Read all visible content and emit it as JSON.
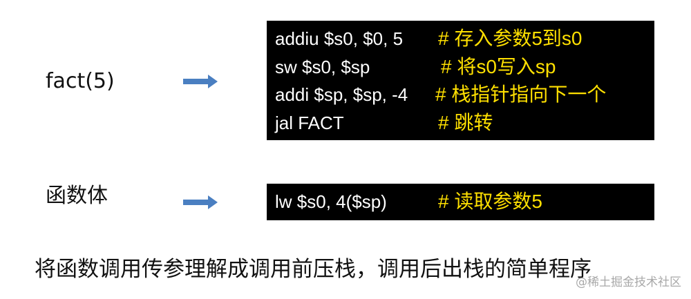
{
  "rows": [
    {
      "label": "fact(5)",
      "code_lines": [
        {
          "code": "addiu $s0, $0, 5",
          "comment": "# 存入参数5到s0"
        },
        {
          "code": "sw $s0, $sp",
          "comment": "# 将s0写入sp"
        },
        {
          "code": "addi $sp, $sp, -4",
          "comment": "# 栈指针指向下一个"
        },
        {
          "code": "jal FACT",
          "comment": "# 跳转"
        }
      ]
    },
    {
      "label": "函数体",
      "code_lines": [
        {
          "code": "lw $s0, 4($sp)",
          "comment": "# 读取参数5"
        }
      ]
    }
  ],
  "caption": "将函数调用传参理解成调用前压栈，调用后出栈的简单程序",
  "watermark": "@稀土掘金技术社区",
  "colors": {
    "arrow": "#4a7fc1",
    "code_bg": "#000000",
    "code_text": "#ffffff",
    "comment_text": "#ffe000"
  }
}
